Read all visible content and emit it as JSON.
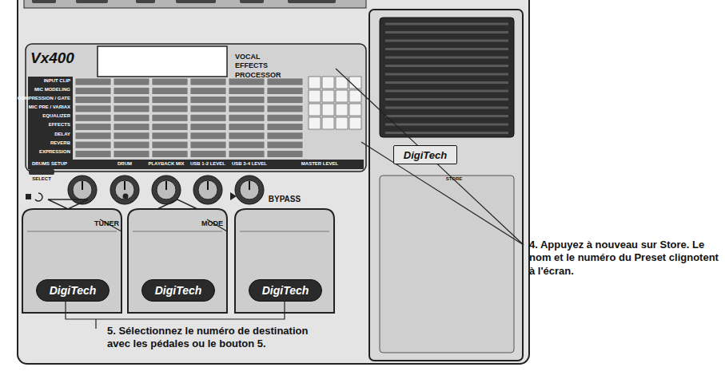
{
  "diagram": {
    "nodes": [
      {
        "text": [
          "DigiTech"
        ]
      },
      {
        "text": [
          "DigiTech"
        ]
      },
      {
        "text": [
          "DigiTech"
        ]
      },
      {
        "text": [
          "DigiTech"
        ]
      }
    ],
    "labels": [
      "Vx400",
      "VOCAL EFFECTS PROCESSOR",
      "INPUT CLIP",
      "MIC MODELING",
      "COMPRESSION / GATE",
      "MIC PRE / VARIAX",
      "EQUALIZER",
      "EFFECTS",
      "DELAY",
      "REVERB",
      "EXPRESSION",
      "DRUMS",
      "SETUP",
      "SELECT",
      "DRUM",
      "PLAYBACK MIX",
      "USB 1-2 LEVEL",
      "USB 3-4 LEVEL",
      "MASTER LEVEL",
      "STORE",
      "TUNER",
      "MODE",
      "BYPASS",
      "4. Appuyez à nouveau sur Store. Le nom et le numéro du Preset clignotent à l'écran.",
      "5. Sélectionnez le numéro de destination avec les pédales ou le bouton 5."
    ]
  }
}
